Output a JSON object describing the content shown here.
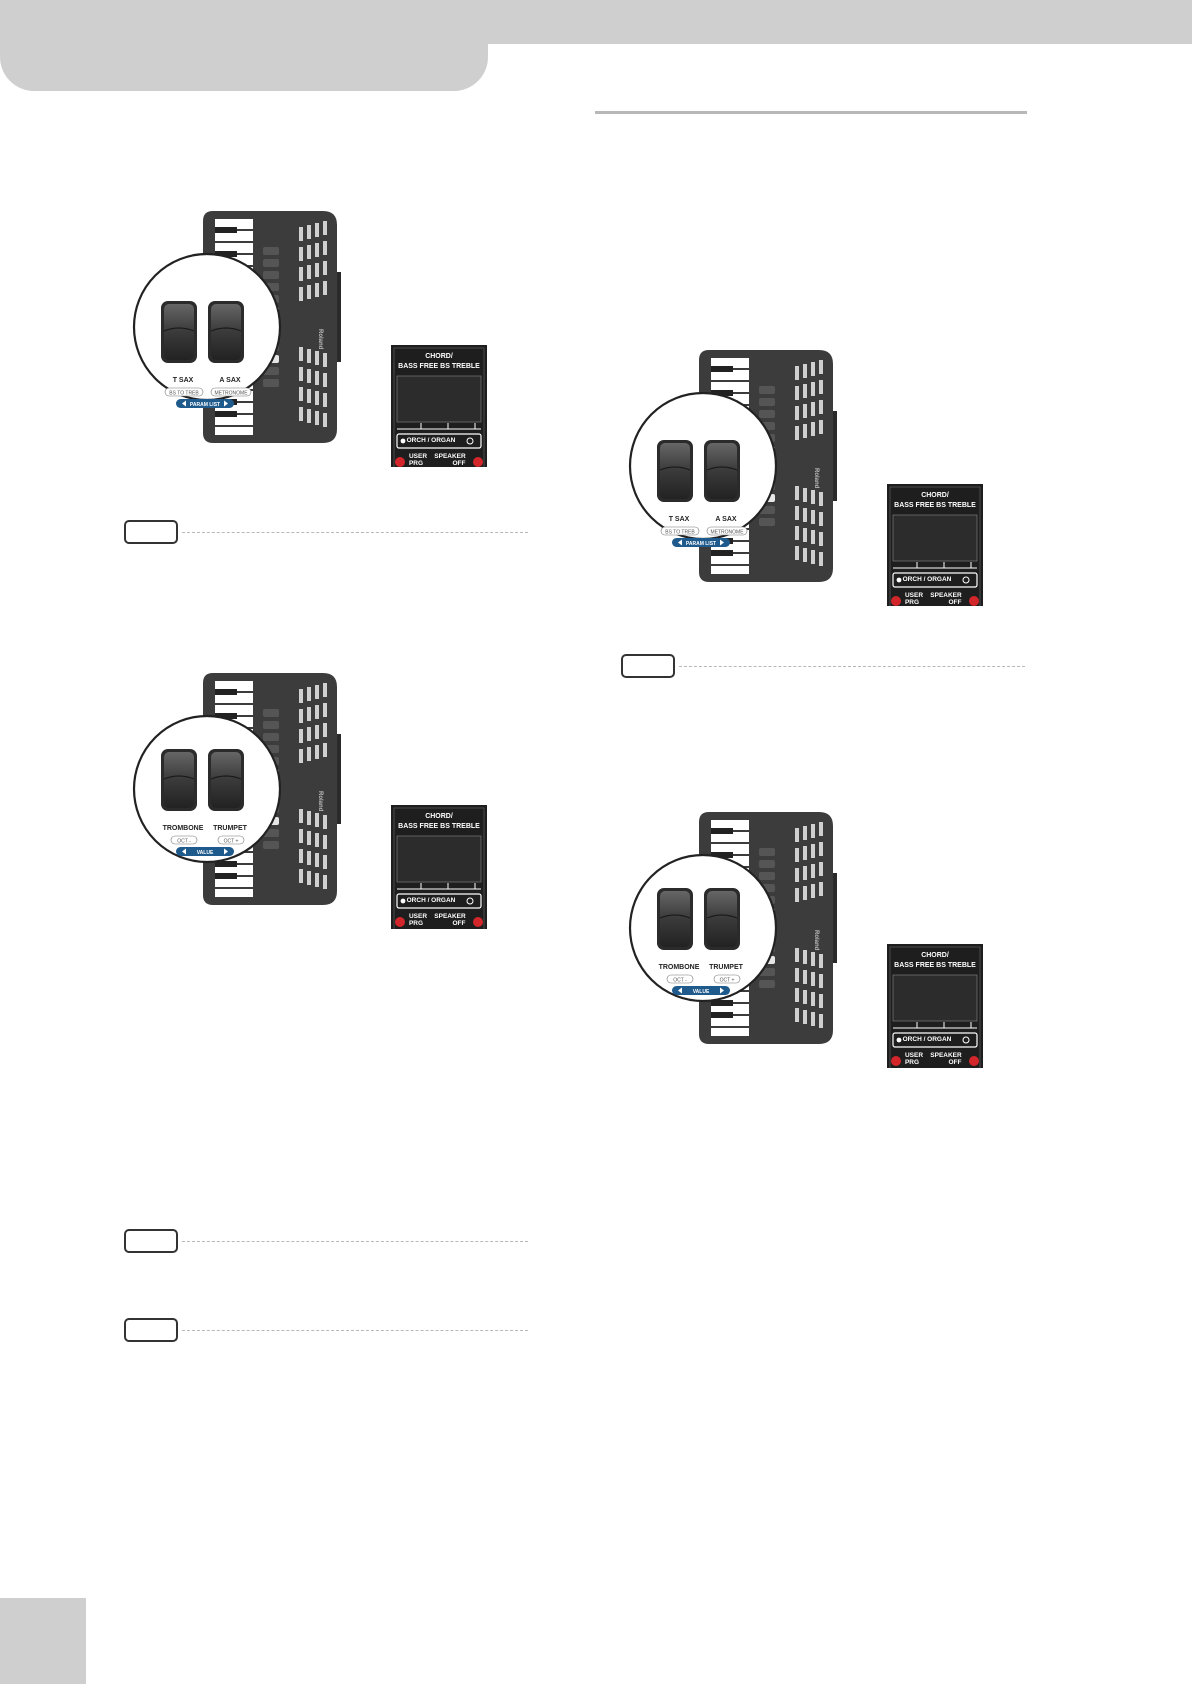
{
  "figures": {
    "sax": {
      "left_button": "T SAX",
      "right_button": "A SAX",
      "left_sub": "BS TO TREB",
      "right_sub": "METRONOME",
      "bar_label": "PARAM LIST",
      "brand": "Roland"
    },
    "brass": {
      "left_button": "TROMBONE",
      "right_button": "TRUMPET",
      "left_sub": "OCT -",
      "right_sub": "OCT +",
      "bar_label": "VALUE",
      "brand": "Roland"
    }
  },
  "panel": {
    "chord_line1": "CHORD/",
    "chord_line2": "BASS  FREE BS TREBLE",
    "orch_label": "ORCH / ORGAN",
    "user_line1": "USER",
    "user_line2": "PRG",
    "speaker_line1": "SPEAKER",
    "speaker_line2": "OFF"
  },
  "colors": {
    "accordion_body": "#3c3c3c",
    "panel_bg": "#1e1e1e",
    "led_red": "#d2262a",
    "bar_blue": "#1f5a8c",
    "header_gray": "#cfcfcf"
  }
}
